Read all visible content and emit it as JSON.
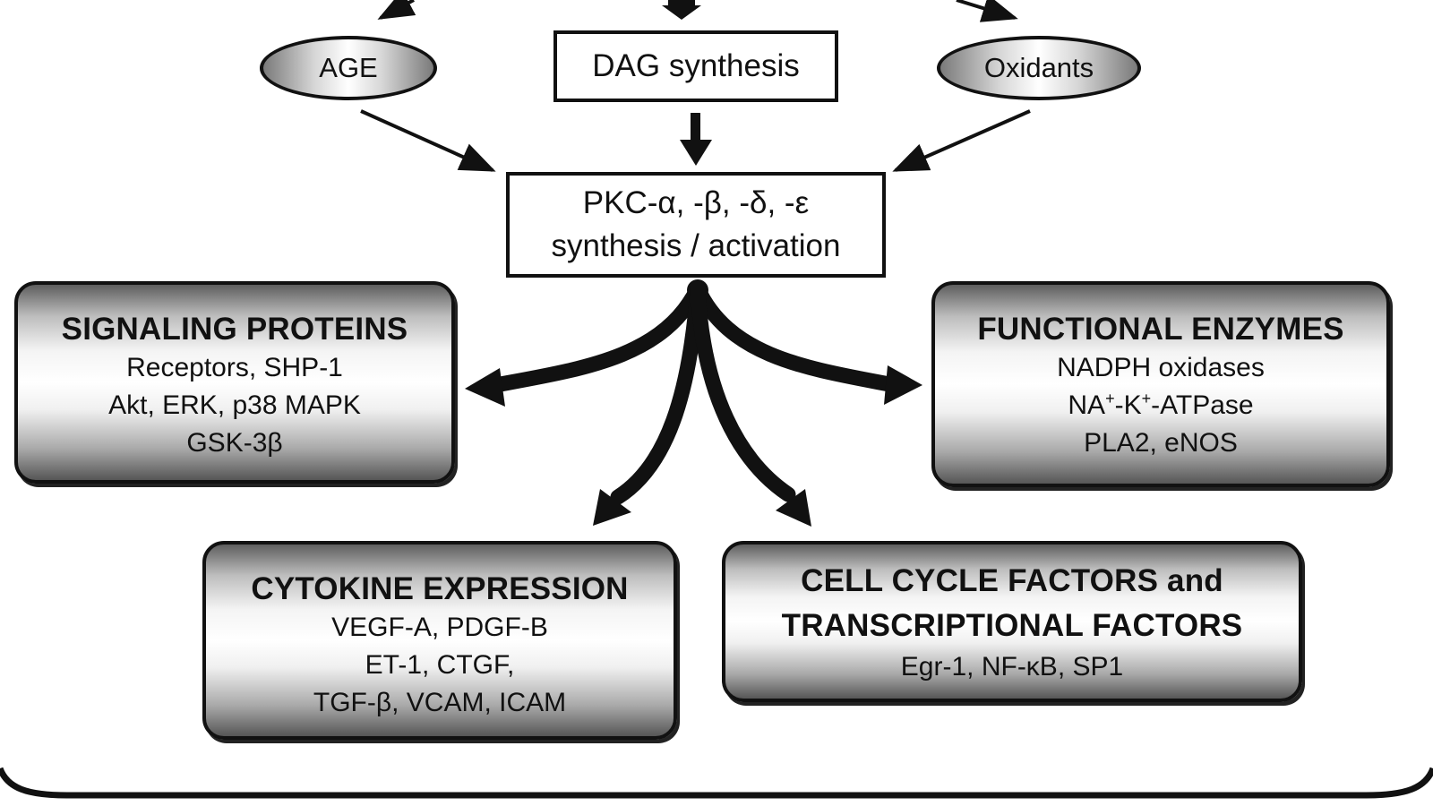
{
  "nodes": {
    "age": "AGE",
    "dag": "DAG synthesis",
    "oxidants": "Oxidants",
    "pkc_line1": "PKC-α, -β, -δ, -ε",
    "pkc_line2": "synthesis / activation"
  },
  "signaling": {
    "title": "SIGNALING PROTEINS",
    "lines": [
      "Receptors, SHP-1",
      "Akt, ERK, p38 MAPK",
      "GSK-3β"
    ]
  },
  "functional": {
    "title": "FUNCTIONAL ENZYMES",
    "line1": "NADPH oxidases",
    "line2_parts": [
      "NA",
      "+",
      "-K",
      "+",
      "-ATPase"
    ],
    "line3": "PLA2, eNOS"
  },
  "cytokine": {
    "title": "CYTOKINE EXPRESSION",
    "lines": [
      "VEGF-A, PDGF-B",
      "ET-1, CTGF,",
      "TGF-β, VCAM, ICAM"
    ]
  },
  "cellcycle": {
    "title_line1": "CELL CYCLE FACTORS and",
    "title_line2": "TRANSCRIPTIONAL FACTORS",
    "line1": "Egr-1, NF-κB, SP1"
  }
}
